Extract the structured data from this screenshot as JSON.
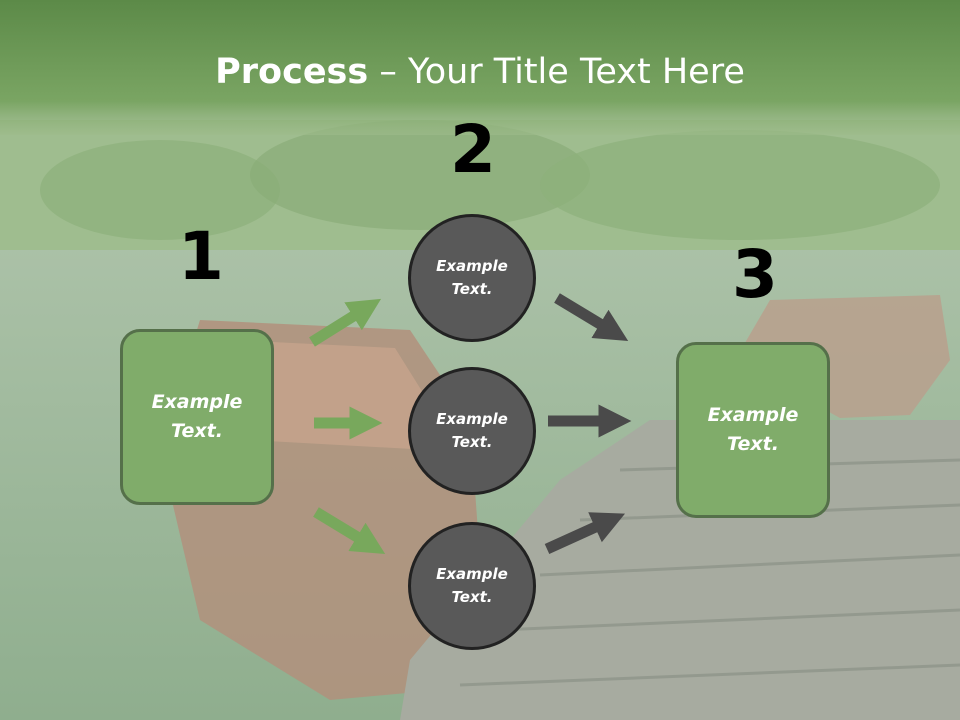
{
  "title": {
    "bold": "Process",
    "rest": " – Your Title Text Here"
  },
  "steps": {
    "one": {
      "number": "1",
      "text": "Example Text."
    },
    "two": {
      "number": "2",
      "items": [
        "Example Text.",
        "Example Text.",
        "Example Text."
      ]
    },
    "three": {
      "number": "3",
      "text": "Example Text."
    }
  },
  "colors": {
    "header": "#74a05c",
    "box": "#80ac6a",
    "circle": "#595959",
    "arrow_green": "#78a85c",
    "arrow_gray": "#4a4a4a"
  }
}
